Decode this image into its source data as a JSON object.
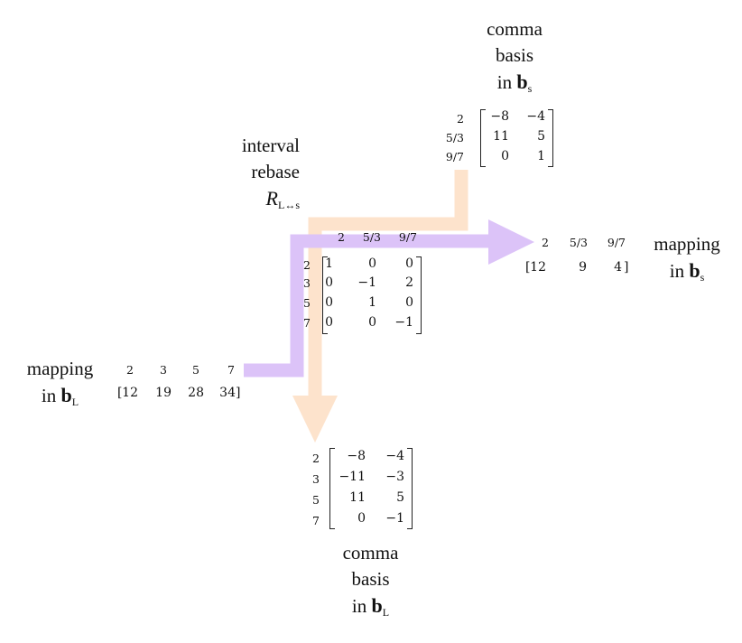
{
  "colors": {
    "comma_arrow": "#fde3cc",
    "mapping_arrow": "#dcc3f8",
    "ink": "#111111"
  },
  "labels": {
    "comma_basis_s": {
      "line1": "comma",
      "line2": "basis",
      "line3": "in",
      "bold": "b",
      "sub": "s"
    },
    "interval_rebase": {
      "line1": "interval",
      "line2": "rebase",
      "symbol": "R",
      "sub": "L↔s"
    },
    "mapping_s": {
      "line1": "mapping",
      "line2": "in",
      "bold": "b",
      "sub": "s"
    },
    "mapping_L": {
      "line1": "mapping",
      "line2": "in",
      "bold": "b",
      "sub": "L"
    },
    "comma_basis_L": {
      "line1": "comma",
      "line2": "basis",
      "line3": "in",
      "bold": "b",
      "sub": "L"
    }
  },
  "comma_basis_s_matrix": {
    "row_headers": [
      "2",
      "5/3",
      "9/7"
    ],
    "rows": [
      [
        "−8",
        "−4"
      ],
      [
        "11",
        "5"
      ],
      [
        "0",
        "1"
      ]
    ]
  },
  "rebase_matrix": {
    "col_headers": [
      "2",
      "5/3",
      "9/7"
    ],
    "row_headers": [
      "2",
      "3",
      "5",
      "7"
    ],
    "rows": [
      [
        "1",
        "0",
        "0"
      ],
      [
        "0",
        "−1",
        "2"
      ],
      [
        "0",
        "1",
        "0"
      ],
      [
        "0",
        "0",
        "−1"
      ]
    ]
  },
  "mapping_s_vector": {
    "col_headers": [
      "2",
      "5/3",
      "9/7"
    ],
    "values": [
      "12",
      "9",
      "4"
    ],
    "open": "[",
    "close": "]"
  },
  "mapping_L_vector": {
    "col_headers": [
      "2",
      "3",
      "5",
      "7"
    ],
    "values": [
      "12",
      "19",
      "28",
      "34"
    ],
    "open": "[",
    "close": "]"
  },
  "comma_basis_L_matrix": {
    "row_headers": [
      "2",
      "3",
      "5",
      "7"
    ],
    "rows": [
      [
        "−8",
        "−4"
      ],
      [
        "−11",
        "−3"
      ],
      [
        "11",
        "5"
      ],
      [
        "0",
        "−1"
      ]
    ]
  }
}
